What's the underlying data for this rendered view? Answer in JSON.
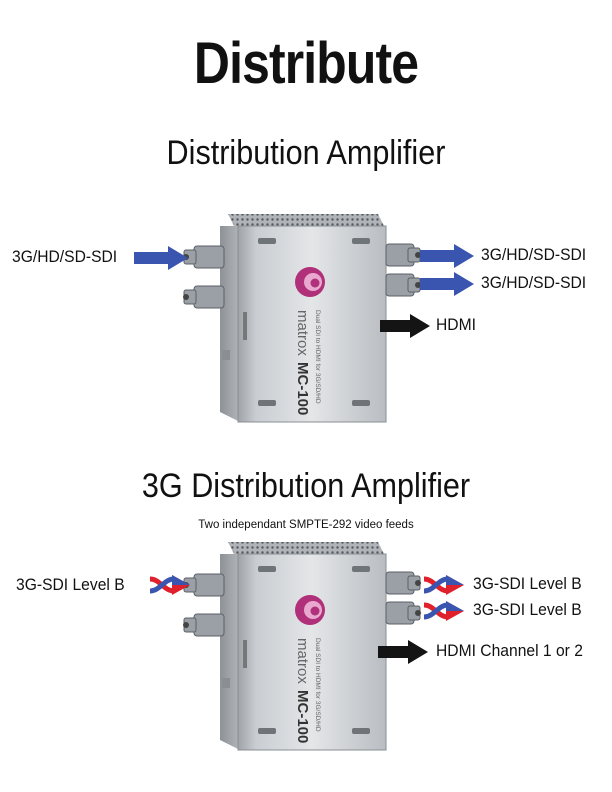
{
  "title": "Distribute",
  "sections": [
    {
      "title": "Distribution Amplifier",
      "subtitle": "",
      "input_label": "3G/HD/SD-SDI",
      "outputs": [
        "3G/HD/SD-SDI",
        "3G/HD/SD-SDI"
      ],
      "hdmi_label": "HDMI",
      "arrow_style": "blue"
    },
    {
      "title": "3G Distribution Amplifier",
      "subtitle": "Two independant SMPTE-292 video feeds",
      "input_label": "3G-SDI Level B",
      "outputs": [
        "3G-SDI Level B",
        "3G-SDI Level B"
      ],
      "hdmi_label": "HDMI Channel 1 or 2",
      "arrow_style": "red-blue-twist"
    }
  ],
  "device": {
    "brand": "matrox",
    "model": "MC-100",
    "tagline": "Dual SDI to HDMI for 3G/SD/HD"
  },
  "colors": {
    "blue_arrow": "#3a55b0",
    "red_arrow": "#e0202a",
    "black_arrow": "#141414",
    "logo_magenta": "#b0307a"
  }
}
